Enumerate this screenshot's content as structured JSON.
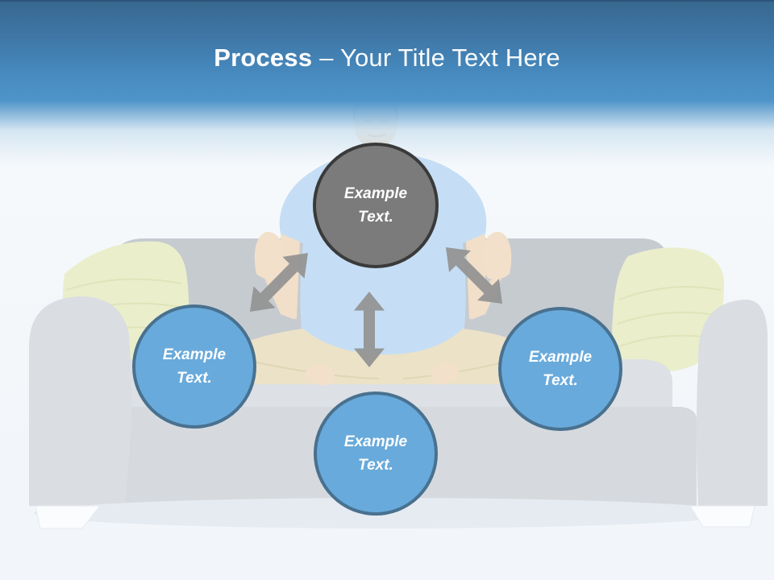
{
  "slide": {
    "type": "presentation-slide",
    "background_description": "Faded photo of a man meditating cross-legged on a gray sofa with green pillows"
  },
  "title": {
    "emphasis": "Process",
    "rest": "– Your Title Text Here"
  },
  "diagram": {
    "nodes": {
      "top": {
        "line1": "Example",
        "line2": "Text."
      },
      "left": {
        "line1": "Example",
        "line2": "Text."
      },
      "bottom": {
        "line1": "Example",
        "line2": "Text."
      },
      "right": {
        "line1": "Example",
        "line2": "Text."
      }
    },
    "connectors": [
      {
        "from": "top",
        "to": "left",
        "style": "double-arrow"
      },
      {
        "from": "top",
        "to": "bottom",
        "style": "double-arrow"
      },
      {
        "from": "top",
        "to": "right",
        "style": "double-arrow"
      }
    ]
  },
  "colors": {
    "header_top": "#38688f",
    "header_blue": "#4f95c9",
    "node_top_fill": "#7b7b7b",
    "node_top_border": "#3a3a3a",
    "node_blue_fill": "#68aadb",
    "node_blue_border": "#49718f",
    "arrow": "#949494",
    "title_text": "#ffffff",
    "node_text": "#ffffff"
  }
}
